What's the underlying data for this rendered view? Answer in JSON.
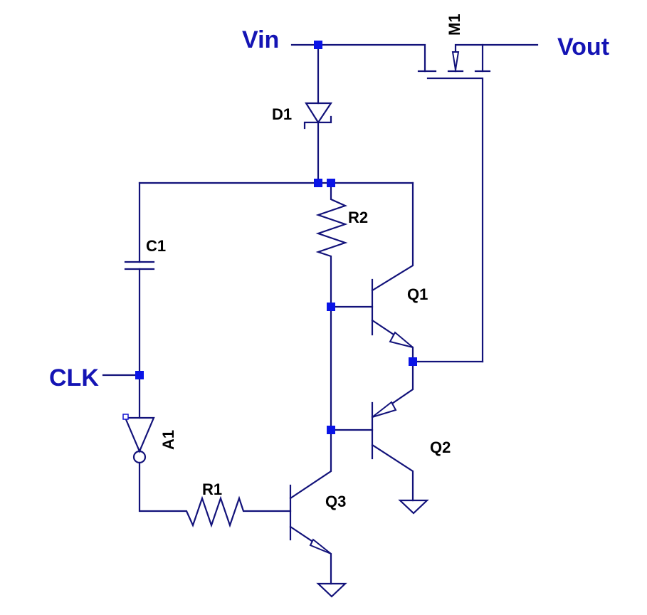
{
  "nets": {
    "vin": "Vin",
    "vout": "Vout",
    "clk": "CLK"
  },
  "components": {
    "m1": "M1",
    "d1": "D1",
    "c1": "C1",
    "r1": "R1",
    "r2": "R2",
    "q1": "Q1",
    "q2": "Q2",
    "q3": "Q3",
    "a1": "A1"
  },
  "colors": {
    "wire": "#12127a",
    "junction": "#0a14e6",
    "net_label": "#1414b4"
  }
}
